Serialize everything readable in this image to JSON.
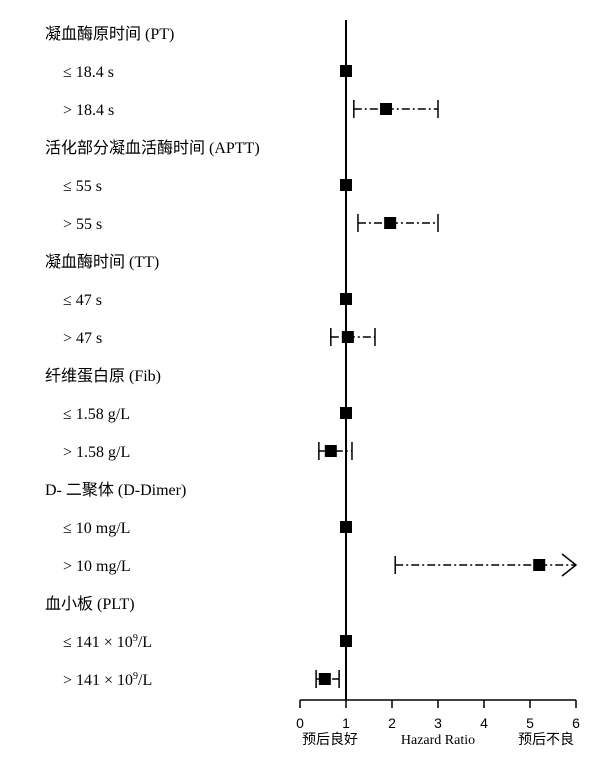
{
  "chart_data": {
    "type": "forest",
    "xlabel": "Hazard Ratio",
    "left_note": "预后良好",
    "right_note": "预后不良",
    "xlim": [
      0,
      6
    ],
    "ticks": [
      "0",
      "1",
      "2",
      "3",
      "4",
      "5",
      "6"
    ],
    "reference": 1,
    "rows": [
      {
        "label": "凝血酶原时间 (PT)",
        "header": true
      },
      {
        "label": "≤ 18.4 s",
        "hr": 1
      },
      {
        "label": "> 18.4 s",
        "hr": 1.87,
        "lo": 1.17,
        "hi": 3.0
      },
      {
        "label": "活化部分凝血活酶时间 (APTT)",
        "header": true
      },
      {
        "label": "≤ 55 s",
        "hr": 1
      },
      {
        "label": "> 55 s",
        "hr": 1.96,
        "lo": 1.26,
        "hi": 3.0
      },
      {
        "label": "凝血酶时间 (TT)",
        "header": true
      },
      {
        "label": "≤ 47 s",
        "hr": 1
      },
      {
        "label": "> 47 s",
        "hr": 1.04,
        "lo": 0.67,
        "hi": 1.63
      },
      {
        "label": "纤维蛋白原 (Fib)",
        "header": true
      },
      {
        "label": "≤ 1.58 g/L",
        "hr": 1
      },
      {
        "label": "> 1.58 g/L",
        "hr": 0.67,
        "lo": 0.41,
        "hi": 1.13
      },
      {
        "label": "D- 二聚体 (D-Dimer)",
        "header": true
      },
      {
        "label": "≤ 10 mg/L",
        "hr": 1
      },
      {
        "label": "> 10 mg/L",
        "hr": 5.2,
        "lo": 2.07,
        "hi": 6.0,
        "arrow": true
      },
      {
        "label": "血小板 (PLT)",
        "header": true
      },
      {
        "label": "≤ 141 × 10",
        "sup": "9",
        "suffix": "/L",
        "hr": 1
      },
      {
        "label": "> 141 × 10",
        "sup": "9",
        "suffix": "/L",
        "hr": 0.54,
        "lo": 0.35,
        "hi": 0.85
      }
    ]
  }
}
